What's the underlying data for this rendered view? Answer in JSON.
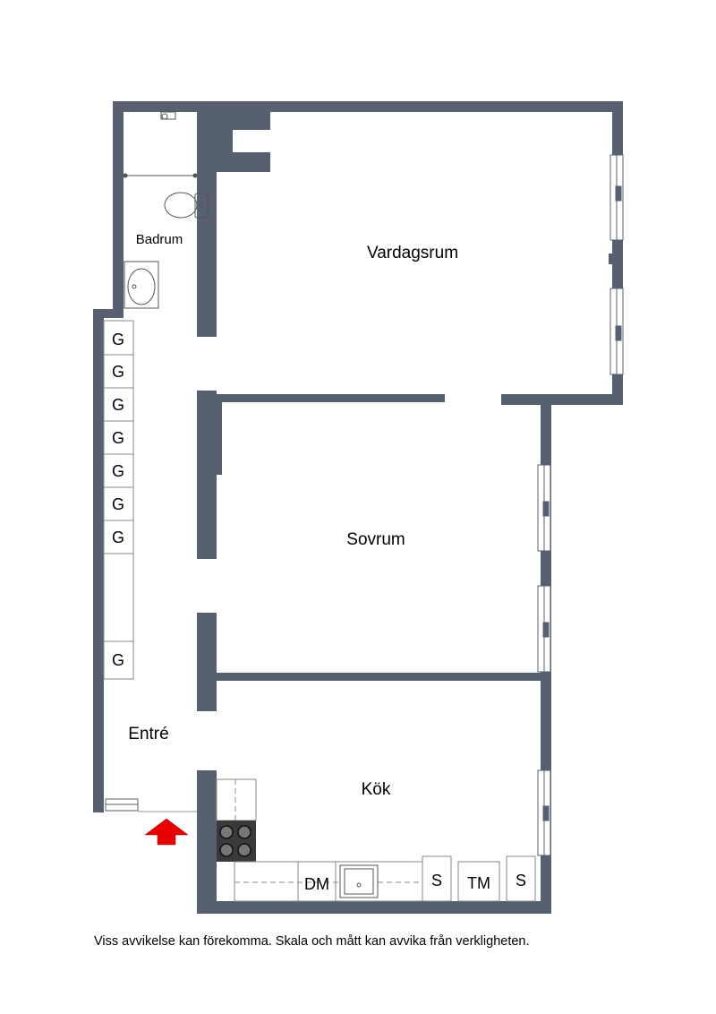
{
  "rooms": {
    "living": "Vardagsrum",
    "bathroom": "Badrum",
    "bedroom": "Sovrum",
    "kitchen": "Kök",
    "entrance": "Entré"
  },
  "wardrobes": [
    "G",
    "G",
    "G",
    "G",
    "G",
    "G",
    "G",
    "G"
  ],
  "appliances": {
    "dishwasher": "DM",
    "cabinet_1": "S",
    "dryer": "TM",
    "cabinet_2": "S"
  },
  "disclaimer": "Viss avvikelse kan förekomma. Skala och mått kan avvika från verkligheten.",
  "colors": {
    "wall": "#56606e",
    "entry_arrow": "#e60000",
    "stove": "#3a3a3a"
  }
}
